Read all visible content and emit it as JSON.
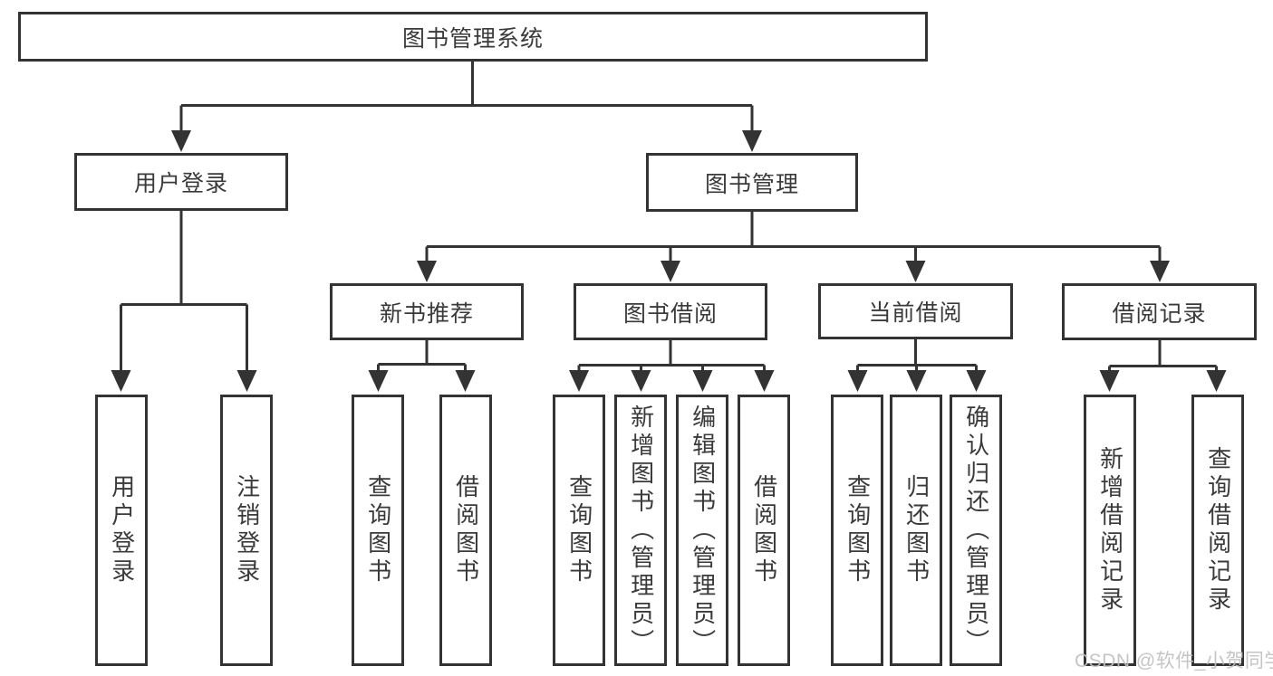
{
  "diagram": {
    "type": "hierarchy-tree",
    "root": {
      "label": "图书管理系统",
      "children": [
        {
          "label": "用户登录",
          "children": [
            {
              "label": "用户登录"
            },
            {
              "label": "注销登录"
            }
          ]
        },
        {
          "label": "图书管理",
          "children": [
            {
              "label": "新书推荐",
              "children": [
                {
                  "label": "查询图书"
                },
                {
                  "label": "借阅图书"
                }
              ]
            },
            {
              "label": "图书借阅",
              "children": [
                {
                  "label": "查询图书"
                },
                {
                  "label": "新增图书（管理员）"
                },
                {
                  "label": "编辑图书（管理员）"
                },
                {
                  "label": "借阅图书"
                }
              ]
            },
            {
              "label": "当前借阅",
              "children": [
                {
                  "label": "查询图书"
                },
                {
                  "label": "归还图书"
                },
                {
                  "label": "确认归还（管理员）"
                }
              ]
            },
            {
              "label": "借阅记录",
              "children": [
                {
                  "label": "新增借阅记录"
                },
                {
                  "label": "查询借阅记录"
                }
              ]
            }
          ]
        }
      ]
    }
  },
  "watermark": {
    "text": "CSDN @软件_小贺同学"
  },
  "colors": {
    "line": "#333333",
    "box_border": "#333333",
    "text": "#3a3a3a",
    "watermark": "#c0c0c0",
    "background": "#ffffff"
  }
}
